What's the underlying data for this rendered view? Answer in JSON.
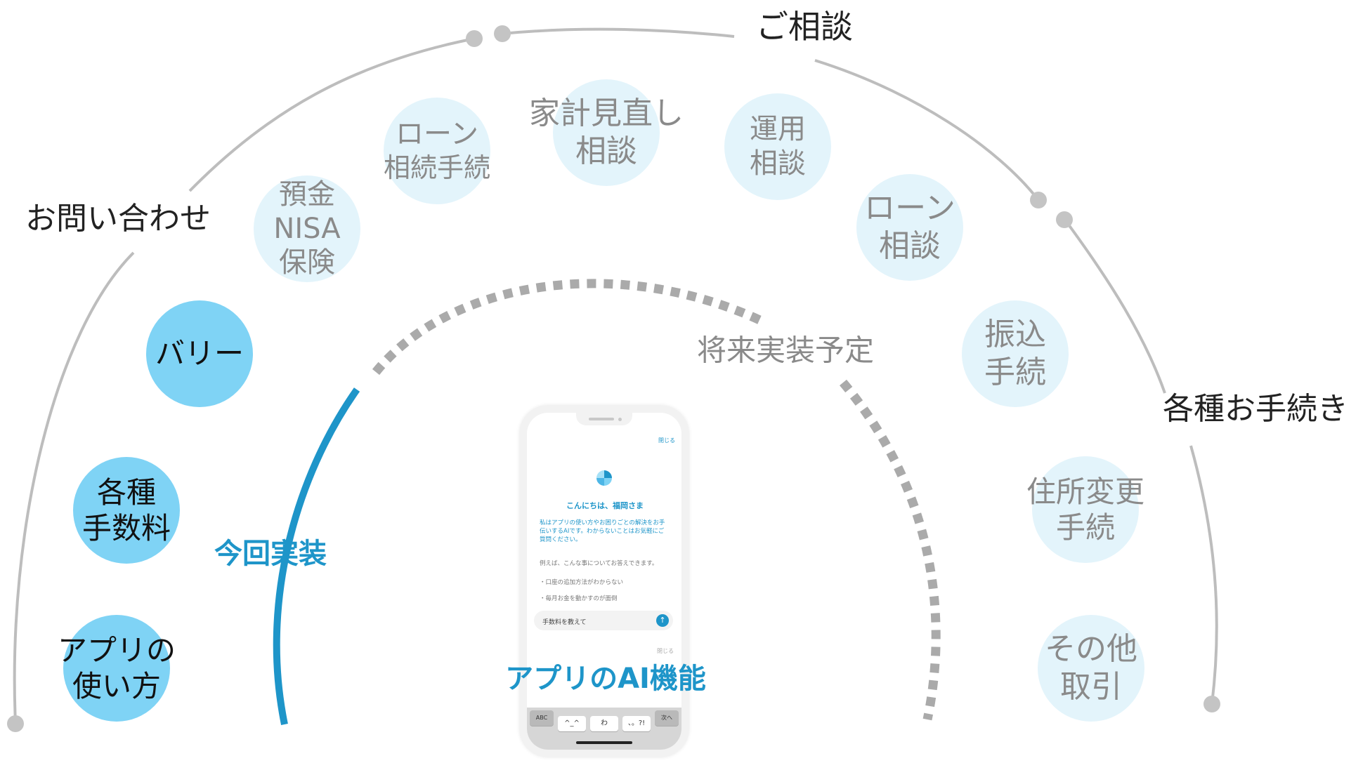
{
  "categories": {
    "consult": "ご相談",
    "inquiry": "お問い合わせ",
    "procedures": "各種お手続き"
  },
  "labels": {
    "implemented_now": "今回実装",
    "future": "将来実装予定",
    "ai_feature": "アプリのAI機能"
  },
  "bubbles_active": [
    {
      "lines": [
        "バリー"
      ]
    },
    {
      "lines": [
        "各種",
        "手数料"
      ]
    },
    {
      "lines": [
        "アプリの",
        "使い方"
      ]
    }
  ],
  "bubbles_future": [
    {
      "lines": [
        "預金",
        "NISA",
        "保険"
      ]
    },
    {
      "lines": [
        "ローン",
        "相続手続"
      ]
    },
    {
      "lines": [
        "家計見直し",
        "相談"
      ]
    },
    {
      "lines": [
        "運用",
        "相談"
      ]
    },
    {
      "lines": [
        "ローン",
        "相談"
      ]
    },
    {
      "lines": [
        "振込",
        "手続"
      ]
    },
    {
      "lines": [
        "住所変更",
        "手続"
      ]
    },
    {
      "lines": [
        "その他",
        "取引"
      ]
    }
  ],
  "phone": {
    "close_top": "閉じる",
    "greeting": "こんにちは、福岡さま",
    "intro": "私はアプリの使い方やお困りごとの解決をお手伝いするAIです。わからないことはお気軽にご質問ください。",
    "examples_heading": "例えば、こんな事についてお答えできます。",
    "example_1": "・口座の追加方法がわからない",
    "example_2": "・毎月お金を動かすのが面倒",
    "input_text": "手数料を教えて",
    "send_icon": "↑",
    "close_bottom": "閉じる",
    "keys": {
      "abc": "ABC",
      "emoji": "^_^",
      "wa": "わ",
      "punct": "、。?!",
      "next": "次へ"
    }
  },
  "colors": {
    "arc_gray": "#bdbdbd",
    "accent_blue": "#1e95c9",
    "strong_bubble": "#7fd3f5",
    "light_bubble": "#e3f4fb"
  }
}
